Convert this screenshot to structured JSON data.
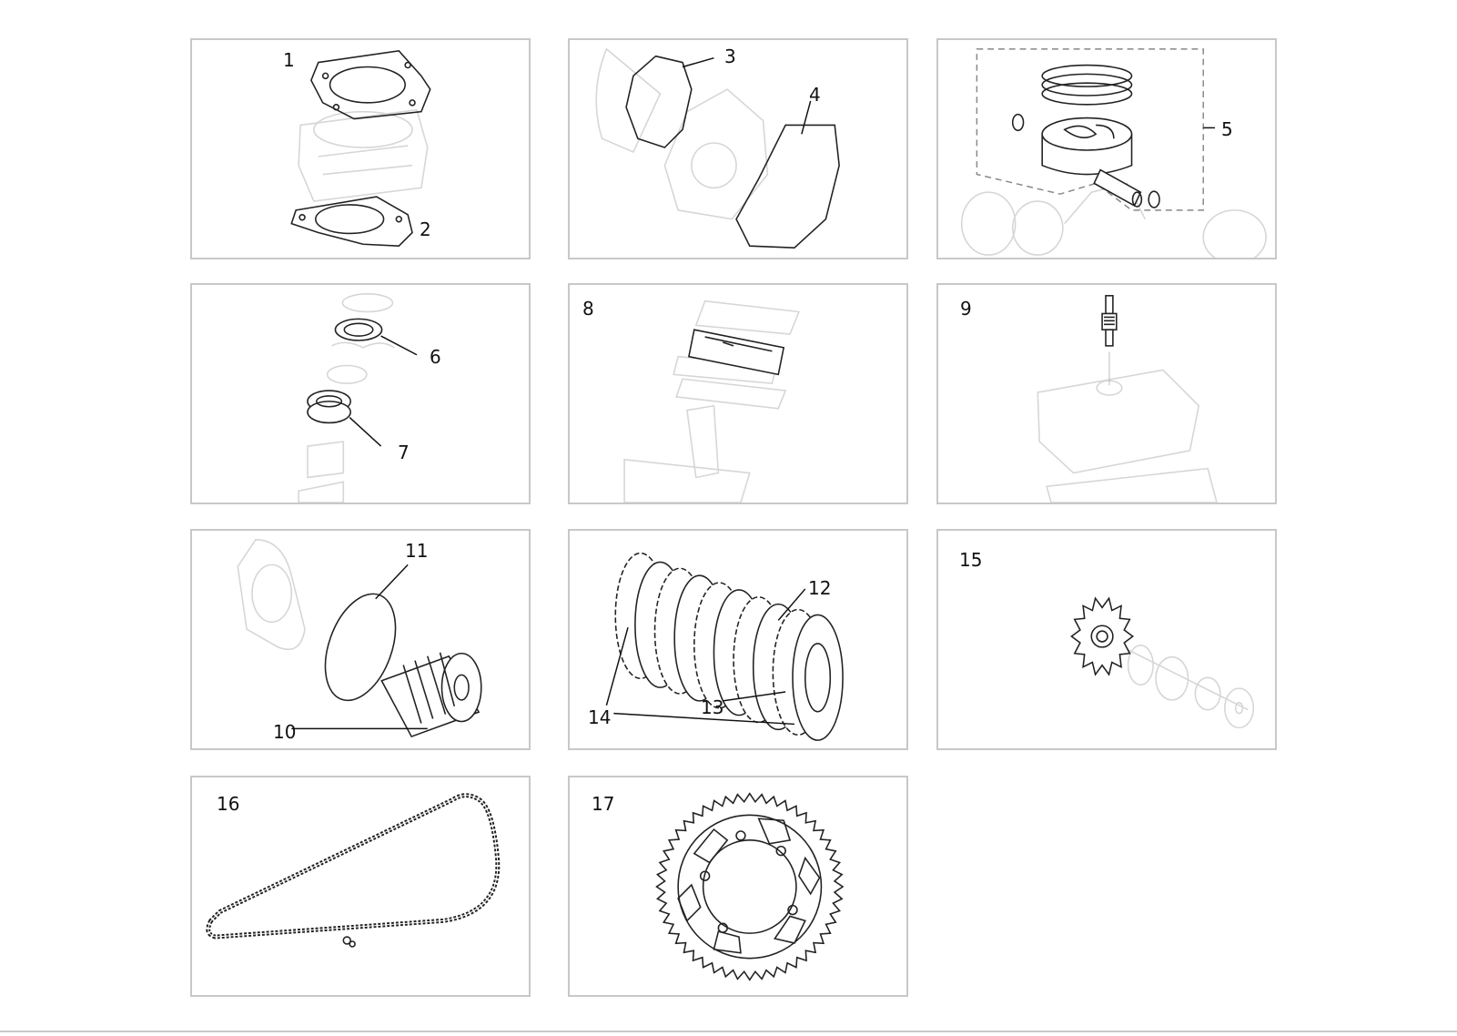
{
  "panels": [
    {
      "id": "p1",
      "labels": [
        "1",
        "2"
      ]
    },
    {
      "id": "p2",
      "labels": [
        "3",
        "4"
      ]
    },
    {
      "id": "p3",
      "labels": [
        "5"
      ]
    },
    {
      "id": "p4",
      "labels": [
        "6",
        "7"
      ]
    },
    {
      "id": "p5",
      "labels": [
        "8"
      ]
    },
    {
      "id": "p6",
      "labels": [
        "9"
      ]
    },
    {
      "id": "p7",
      "labels": [
        "11",
        "10"
      ]
    },
    {
      "id": "p8",
      "labels": [
        "12",
        "13",
        "14"
      ]
    },
    {
      "id": "p9",
      "labels": [
        "15"
      ]
    },
    {
      "id": "p10",
      "labels": [
        "16"
      ]
    },
    {
      "id": "p11",
      "labels": [
        "17"
      ]
    }
  ],
  "colors": {
    "panel_border": "#c8c8c8",
    "ink": "#222222",
    "ghost": "#d6d6d6"
  }
}
